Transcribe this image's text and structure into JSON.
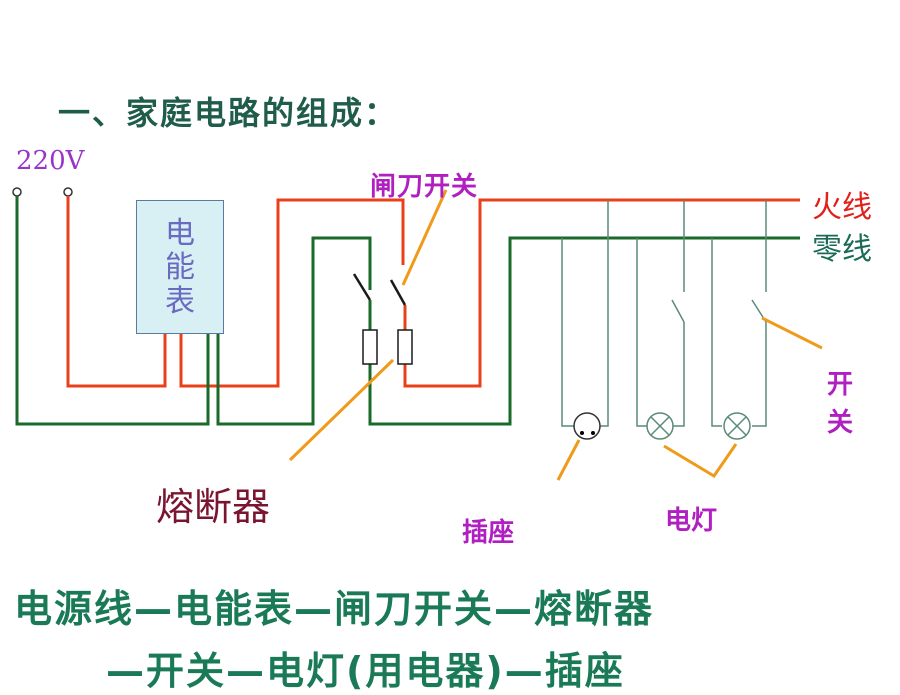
{
  "title": "一、家庭电路的组成：",
  "labels": {
    "voltage": "220V",
    "live_wire": "火线",
    "neutral_wire": "零线",
    "knife_switch": "闸刀开关",
    "meter": "电能表",
    "fuse": "熔断器",
    "switch": "开关",
    "socket": "插座",
    "lamp": "电灯"
  },
  "summary": {
    "line1": "电源线—电能表—闸刀开关—熔断器",
    "line2": "—开关—电灯(用电器)—插座"
  },
  "colors": {
    "live": "#e8401a",
    "neutral": "#1a6a2a",
    "pointer": "#f09a1a",
    "branch": "#5a8a78",
    "heading": "#1f5c4a",
    "callout": "#b020c0"
  }
}
